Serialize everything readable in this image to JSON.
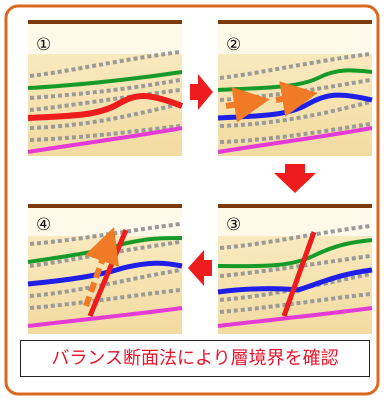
{
  "colors": {
    "frame": "#d9691f",
    "panel_sky": "#fff9ea",
    "panel_rock": "#f4dfa7",
    "panel_top": "#7a3b0c",
    "green": "#169a2a",
    "blue": "#1f1fe8",
    "red": "#ee1c1c",
    "magenta": "#e43ad6",
    "gray": "#9a9a9a",
    "orange": "#f07a26",
    "caption_text": "#e8142a"
  },
  "panels": [
    {
      "label": "①",
      "layers": [
        "green",
        "red",
        "magenta"
      ],
      "overlay": "none"
    },
    {
      "label": "②",
      "layers": [
        "green",
        "blue",
        "magenta"
      ],
      "overlay": "arrows"
    },
    {
      "label": "③",
      "layers": [
        "green",
        "blue",
        "magenta"
      ],
      "overlay": "fault"
    },
    {
      "label": "④",
      "layers": [
        "green",
        "blue",
        "magenta"
      ],
      "overlay": "fault-with-arrow"
    }
  ],
  "flow": [
    "right-arrow",
    "down-arrow",
    "left-arrow"
  ],
  "caption": "バランス断面法により層境界を確認"
}
